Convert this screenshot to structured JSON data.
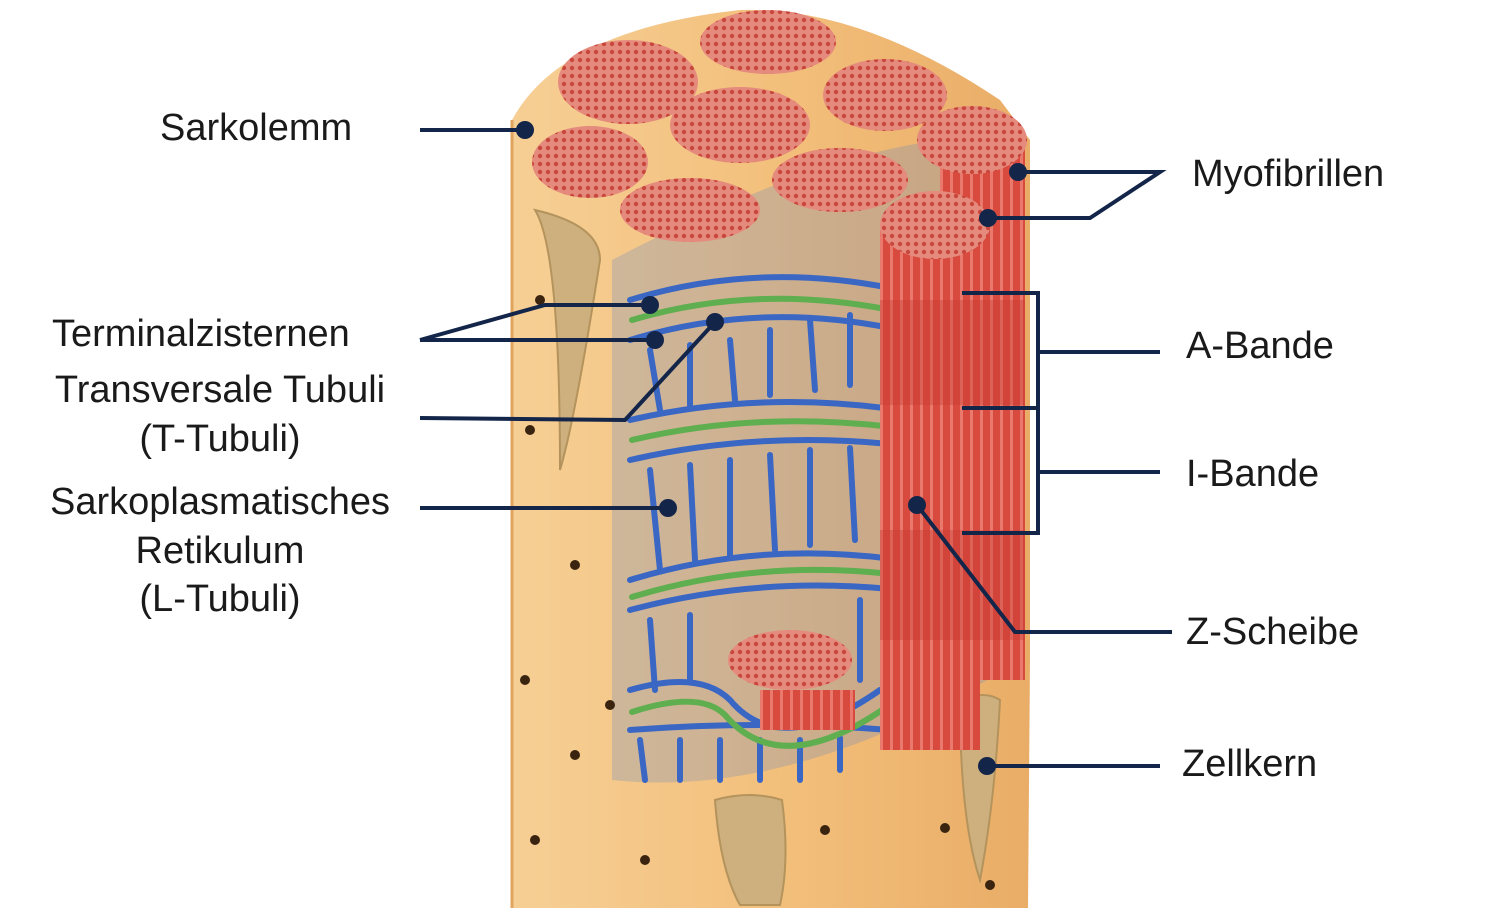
{
  "labels": {
    "sarkolemm": "Sarkolemm",
    "myofibrillen": "Myofibrillen",
    "terminalzisternen": "Terminalzisternen",
    "t_tubuli_line1": "Transversale Tubuli",
    "t_tubuli_line2": "(T-Tubuli)",
    "sr_line1": "Sarkoplasmatisches",
    "sr_line2": "Retikulum",
    "sr_line3": "(L-Tubuli)",
    "a_bande": "A-Bande",
    "i_bande": "I-Bande",
    "z_scheibe": "Z-Scheibe",
    "zellkern": "Zellkern"
  },
  "colors": {
    "leader": "#14254a",
    "cell": "#f4c88a",
    "myofibril": "#d9473b",
    "myofibril_top": "#e7857a",
    "sr": "#3f6ec9",
    "t_tubule": "#66b35a",
    "nucleus": "#cfb58a"
  }
}
